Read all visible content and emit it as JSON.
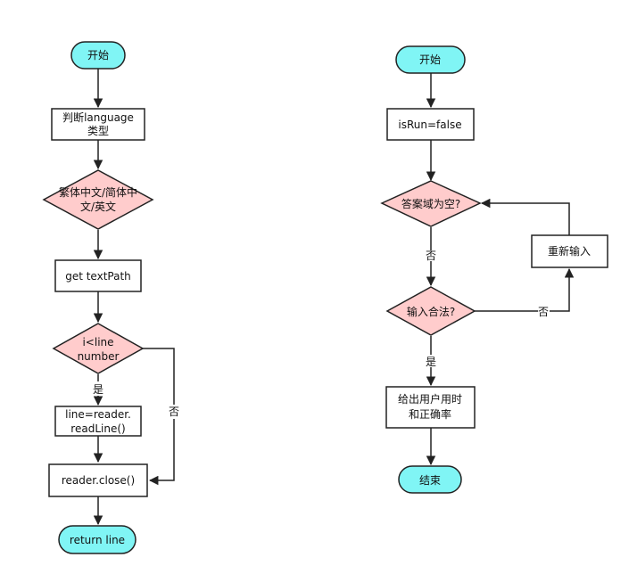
{
  "colors": {
    "terminal_fill": "#80F5F5",
    "decision_fill": "#FFCCCC",
    "process_fill": "#FFFFFF",
    "stroke": "#222222"
  },
  "left_flow": {
    "start": "开始",
    "judge_language": [
      "判断language",
      "类型"
    ],
    "decision_language": [
      "繁体中文/简体中",
      "文/英文"
    ],
    "get_text_path": "get textPath",
    "decision_line": [
      "i<line",
      "number"
    ],
    "yes_label": "是",
    "no_label": "否",
    "read_line": [
      "line=reader.",
      "readLine()"
    ],
    "reader_close": "reader.close()",
    "return_line": "return line"
  },
  "right_flow": {
    "start": "开始",
    "is_run_false": "isRun=false",
    "decision_answer_empty": "答案域为空?",
    "no_label_1": "否",
    "reenter": "重新输入",
    "decision_input_valid": "输入合法?",
    "no_label_2": "否",
    "yes_label": "是",
    "give_time_rate": [
      "给出用户用时",
      "和正确率"
    ],
    "end": "结束"
  }
}
